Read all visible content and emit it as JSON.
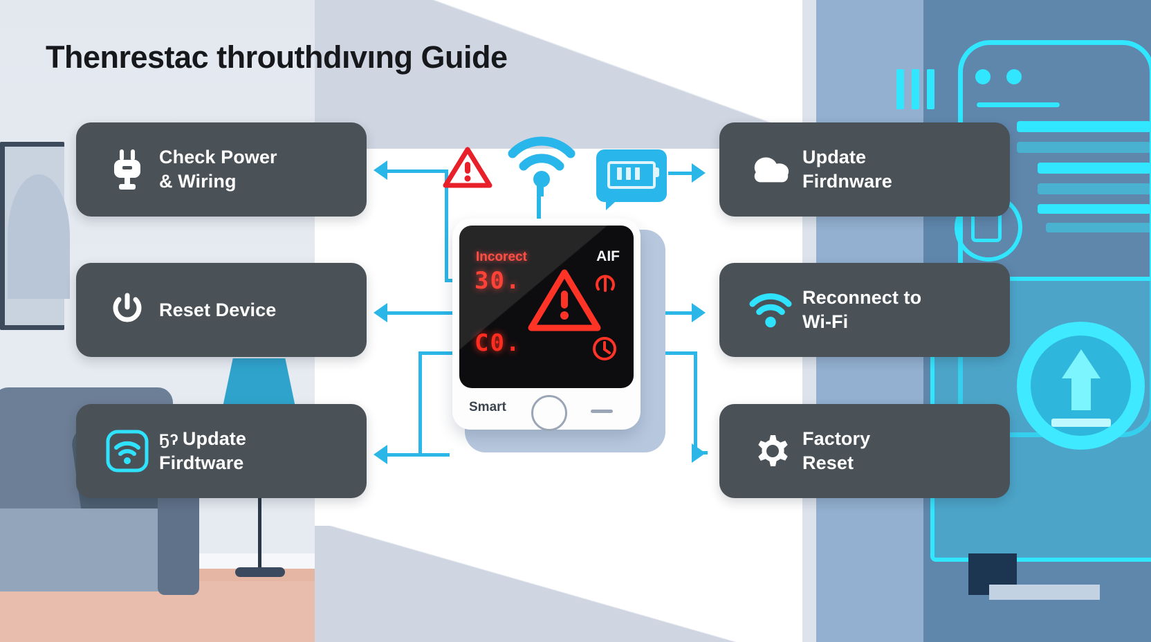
{
  "title": "Thenrestac throuthdıvıng Guide",
  "colors": {
    "accent_cyan": "#2ab7e8",
    "neon_cyan": "#30e7ff",
    "card_bg": "#4a5157",
    "alert_red": "#ff2d20",
    "title_text": "#16181c"
  },
  "left_cards": [
    {
      "id": "check-power",
      "icon": "plug-icon",
      "prefix": "",
      "line1": "Check Power",
      "line2": "& Wiring"
    },
    {
      "id": "reset-device",
      "icon": "power-icon",
      "prefix": "",
      "line1": "Reset Device",
      "line2": ""
    },
    {
      "id": "update-firdtware",
      "icon": "wifi-box-icon",
      "prefix": "Ҕʔ",
      "line1": "Update",
      "line2": "Firdtware"
    }
  ],
  "right_cards": [
    {
      "id": "update-firdnware",
      "icon": "cloud-icon",
      "prefix": "",
      "line1": "Update",
      "line2": "Firdnware"
    },
    {
      "id": "reconnect-wifi",
      "icon": "wifi-icon",
      "prefix": "",
      "line1": "Reconnect to",
      "line2": "Wi-Fi"
    },
    {
      "id": "factory-reset",
      "icon": "gear-icon",
      "prefix": "",
      "line1": "Factory",
      "line2": "Reset"
    }
  ],
  "device": {
    "brand": "Smart",
    "status_label": "Incorect",
    "mode_label": "AIF",
    "reading_top": "30.",
    "reading_bottom": "C0.",
    "center_icon": "warning-triangle-icon",
    "side_icons": [
      "power-icon",
      "clock-icon"
    ]
  },
  "floating_icons": [
    {
      "id": "alert",
      "name": "warning-triangle-icon"
    },
    {
      "id": "wifi",
      "name": "wifi-signal-icon"
    },
    {
      "id": "battery",
      "name": "battery-bubble-icon"
    }
  ],
  "scene_right": {
    "upload_icon": "upload-arrow-icon"
  }
}
